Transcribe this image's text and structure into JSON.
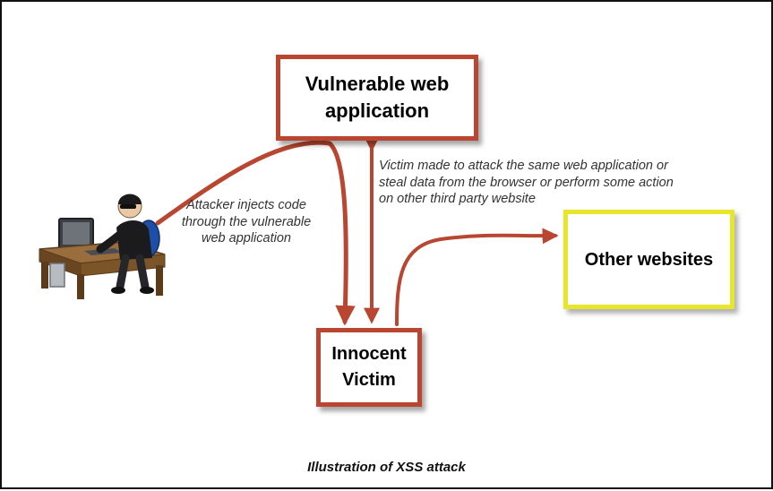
{
  "boxes": {
    "vulnerable_app": "Vulnerable web application",
    "innocent_victim": "Innocent Victim",
    "other_websites": "Other websites"
  },
  "annotations": {
    "attacker_injects": "Attacker injects code through the vulnerable web application",
    "victim_attacks": "Victim made to attack the same web application or steal data from the browser or perform some action on other third party website"
  },
  "caption": "Illustration of XSS attack",
  "icons": {
    "attacker": "hacker-at-computer-icon"
  },
  "colors": {
    "arrow": "#b84630",
    "victim_box_border": "#b84630",
    "other_box_border": "#e8e62a"
  }
}
